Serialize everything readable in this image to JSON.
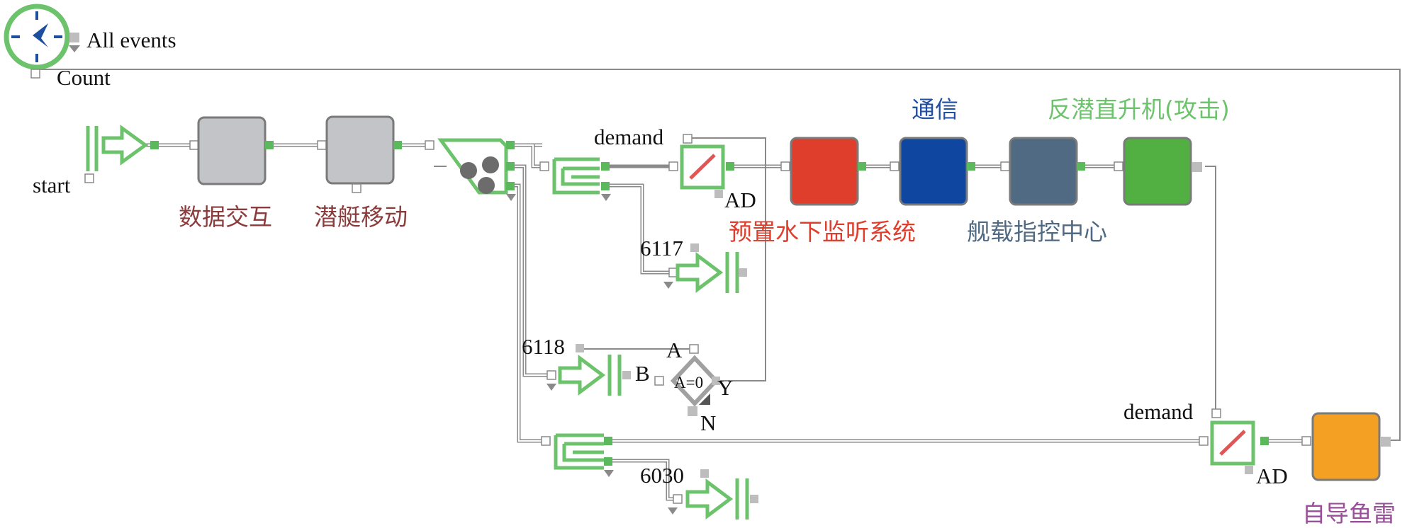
{
  "blocks": {
    "clock": {
      "events_label": "All events",
      "count_label": "Count"
    },
    "source": {
      "label": "start"
    },
    "data_exchange": {
      "label": "数据交互"
    },
    "sub_move": {
      "label": "潜艇移动"
    },
    "upper_select": {
      "demand_label": "demand",
      "ad_label": "AD"
    },
    "sensor": {
      "label": "预置水下监听系统",
      "color": "#e03e2d"
    },
    "comm": {
      "label": "通信",
      "color": "#0f47a0"
    },
    "command": {
      "label": "舰载指控中心",
      "color": "#4f6a82"
    },
    "heli": {
      "label": "反潜直升机(攻击)",
      "color": "#52b043"
    },
    "sink_6117": {
      "label": "6117"
    },
    "sink_6118": {
      "label": "6118",
      "b_label": "B"
    },
    "decision": {
      "a_label": "A",
      "cond": "A=0",
      "y_label": "Y",
      "n_label": "N"
    },
    "sink_6030": {
      "label": "6030"
    },
    "lower_select": {
      "demand_label": "demand",
      "ad_label": "AD"
    },
    "torpedo": {
      "label": "自导鱼雷",
      "color": "#f4a123"
    }
  },
  "label_colors": {
    "data_exchange": "#8b3b3b",
    "sub_move": "#8b3b3b",
    "sensor": "#e03e2d",
    "comm": "#1f4ea3",
    "command": "#4f6a82",
    "heli": "#6cc36c",
    "torpedo": "#9b4f9b"
  }
}
